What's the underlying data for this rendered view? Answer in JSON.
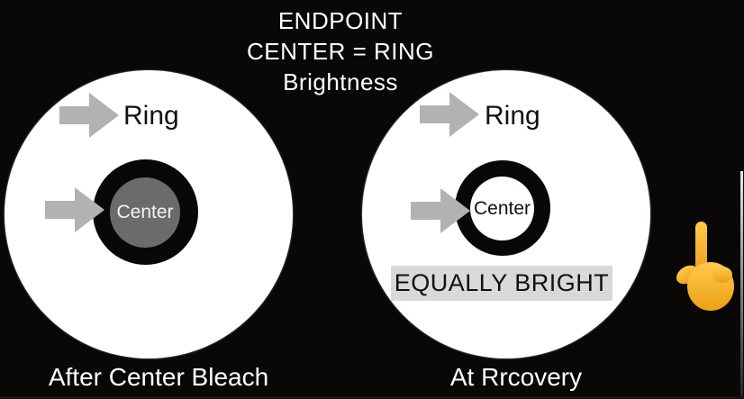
{
  "title": {
    "line1": "ENDPOINT",
    "line2": "CENTER = RING",
    "line3": "Brightness"
  },
  "left_panel": {
    "ring_label": "Ring",
    "center_label": "Center",
    "caption": "After Center Bleach"
  },
  "right_panel": {
    "ring_label": "Ring",
    "center_label": "Center",
    "badge": "EQUALLY BRIGHT",
    "caption": "At Rrcovery"
  },
  "icons": {
    "ring_arrow": "arrow-right-icon",
    "center_arrow": "arrow-right-icon",
    "pointer": "finger-pointing-up-icon"
  },
  "colors": {
    "background": "#0a0807",
    "disc": "#ffffff",
    "annulus": "#0a0807",
    "bleached_center_gray": "#6b6b6b",
    "arrow_gray": "#b2b2b2",
    "badge_background": "#d9d9d9",
    "hand_yellow": "#f7b537",
    "text_light": "#ffffff",
    "text_dark": "#111111"
  }
}
